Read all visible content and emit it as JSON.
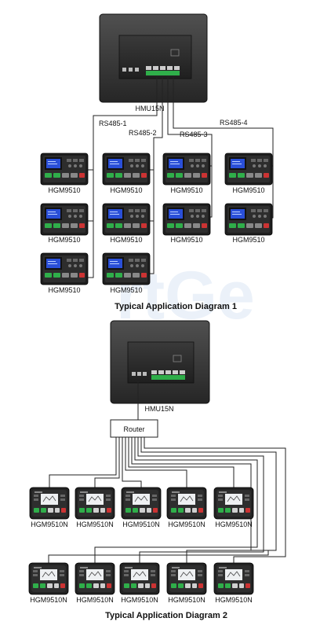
{
  "diagram1": {
    "hub_label": "HMU15N",
    "buses": [
      "RS485-1",
      "RS485-2",
      "RS485-3",
      "RS485-4"
    ],
    "device_label": "HGM9510",
    "caption": "Typical Application Diagram 1"
  },
  "diagram2": {
    "hub_label": "HMU15N",
    "router_label": "Router",
    "device_label": "HGM9510N",
    "caption": "Typical Application Diagram 2"
  },
  "watermark": "rtGe",
  "colors": {
    "wire": "#222222",
    "controller_screen": "#2a4fd8",
    "hub_body": "#3a3a3a"
  }
}
